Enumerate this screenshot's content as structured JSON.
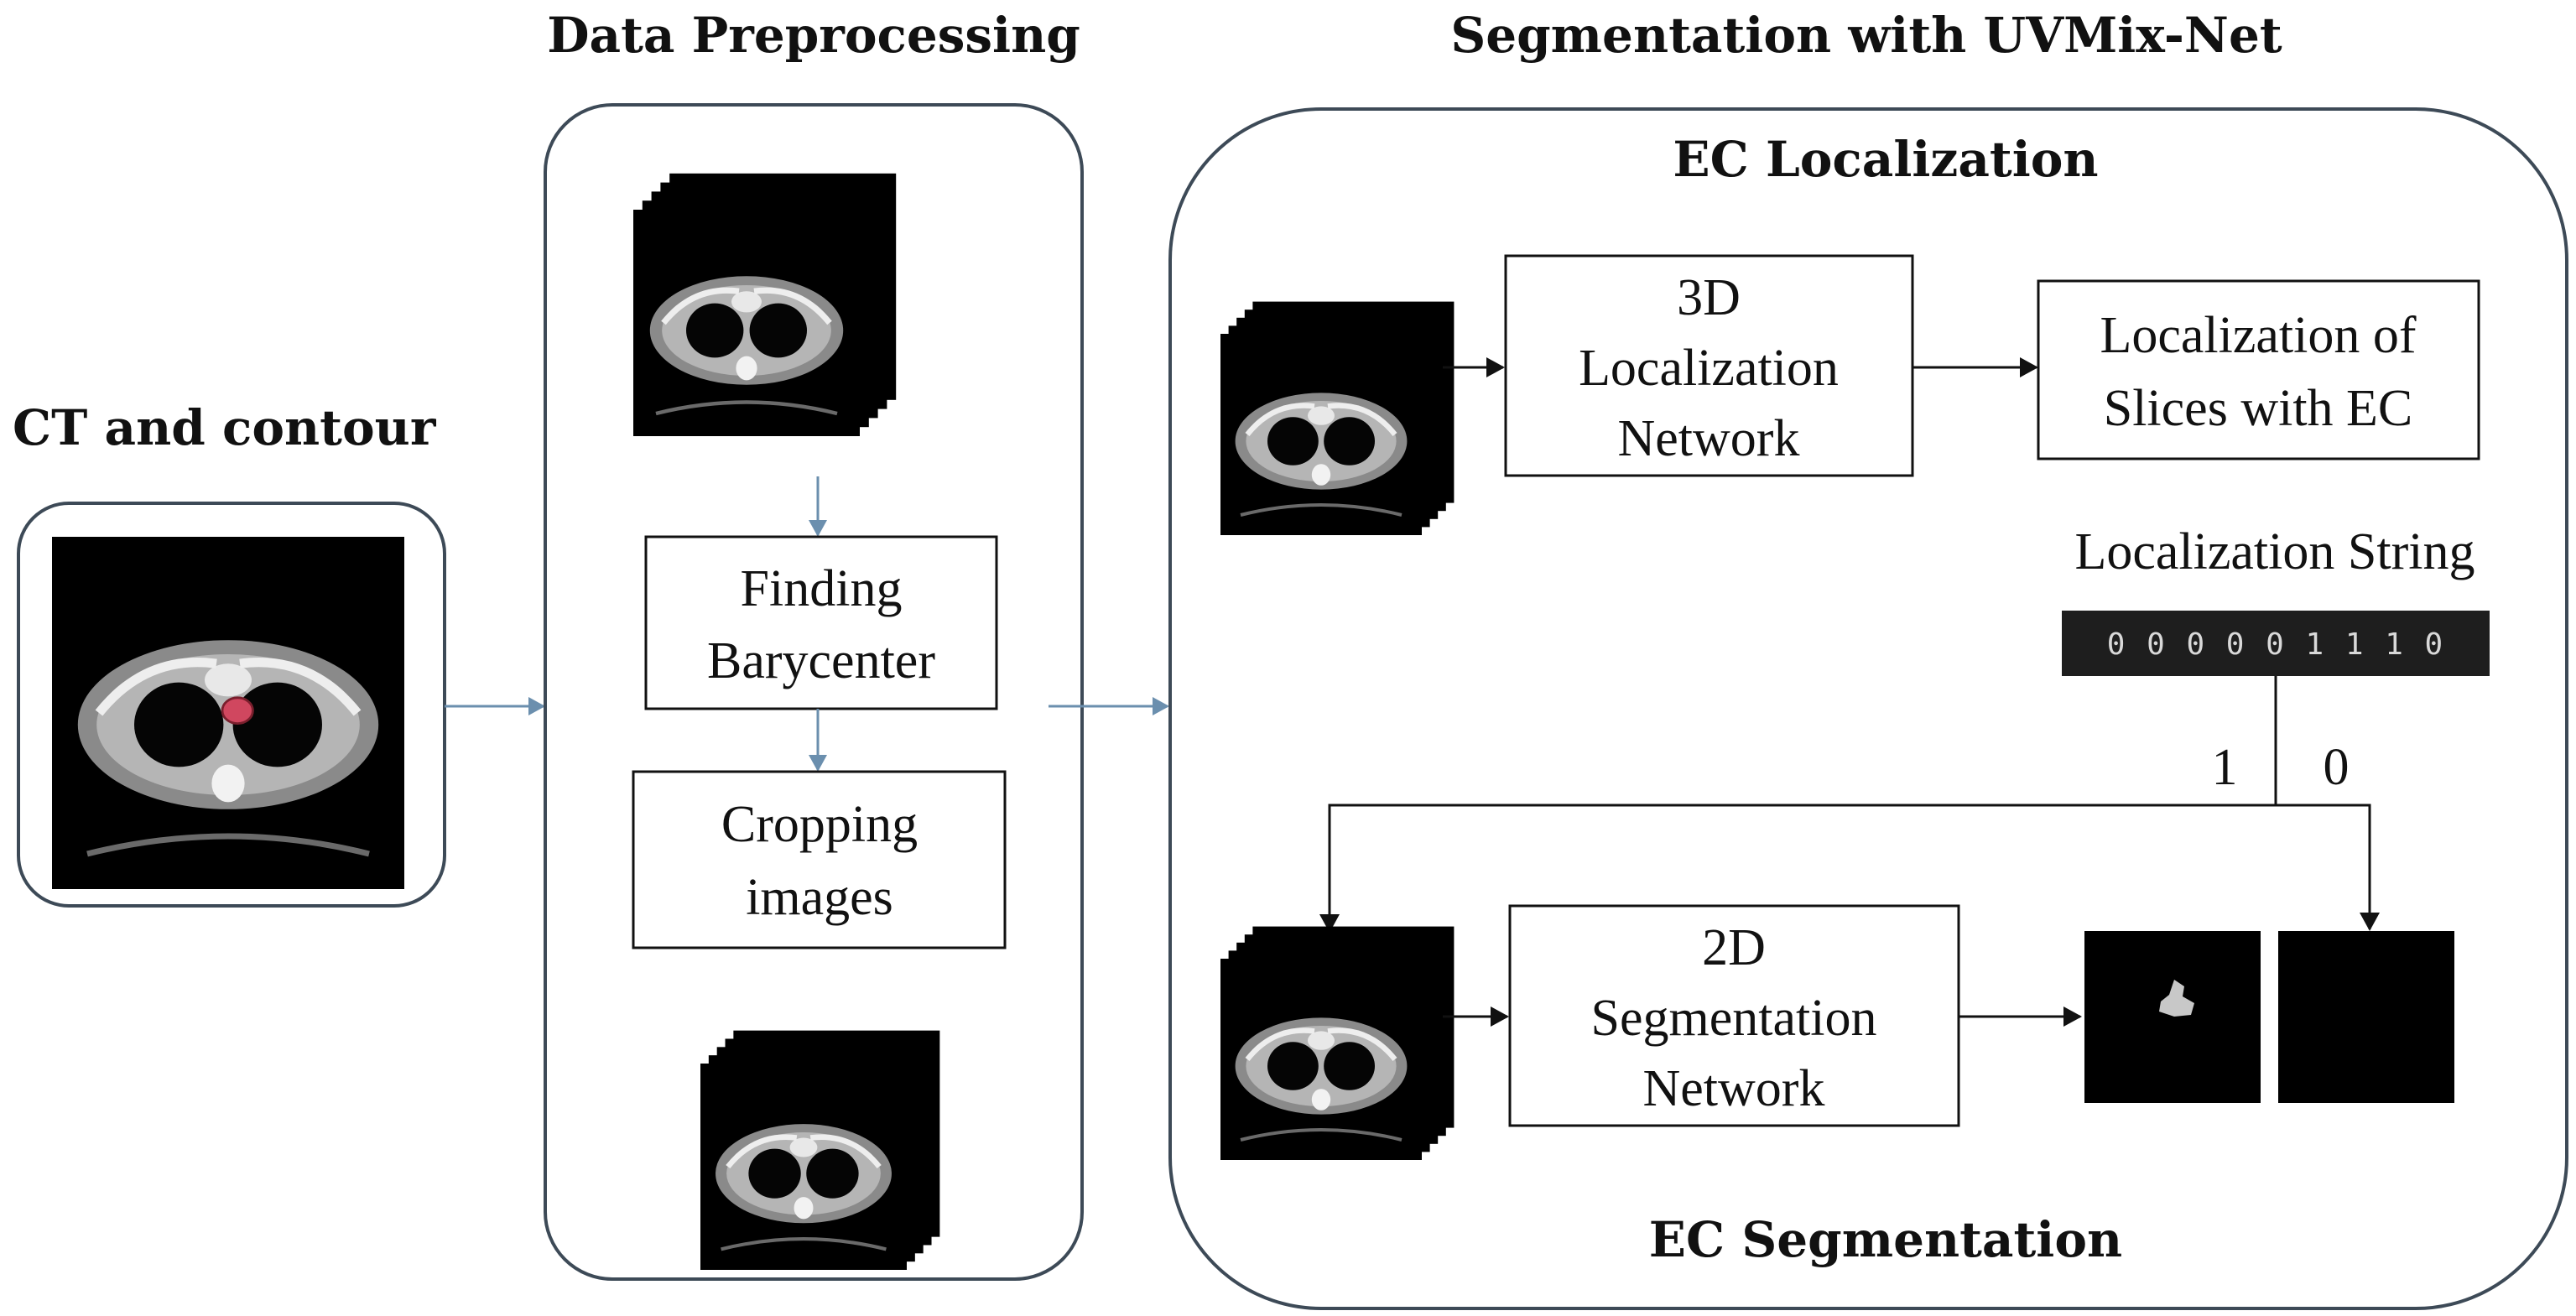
{
  "sections": {
    "ct": {
      "title": "CT and contour"
    },
    "preprocessing": {
      "title": "Data Preprocessing",
      "step1": [
        "Finding",
        "Barycenter"
      ],
      "step2": [
        "Cropping",
        "images"
      ]
    },
    "segmentation": {
      "title": "Segmentation with UVMix-Net",
      "localization_title": "EC Localization",
      "segmentation_title": "EC Segmentation",
      "loc_network": [
        "3D",
        "Localization",
        "Network"
      ],
      "loc_result": [
        "Localization of",
        "Slices with EC"
      ],
      "string_label": "Localization String",
      "string_value": "0 0 0 0 0 1 1 1 0",
      "branch_one": "1",
      "branch_zero": "0",
      "seg_network": [
        "2D",
        "Segmentation",
        "Network"
      ]
    }
  },
  "colors": {
    "outline": "#3d4a57",
    "connector": "#6b8fae",
    "contour": "#d0475f",
    "string_bg": "#1e1e1e"
  }
}
